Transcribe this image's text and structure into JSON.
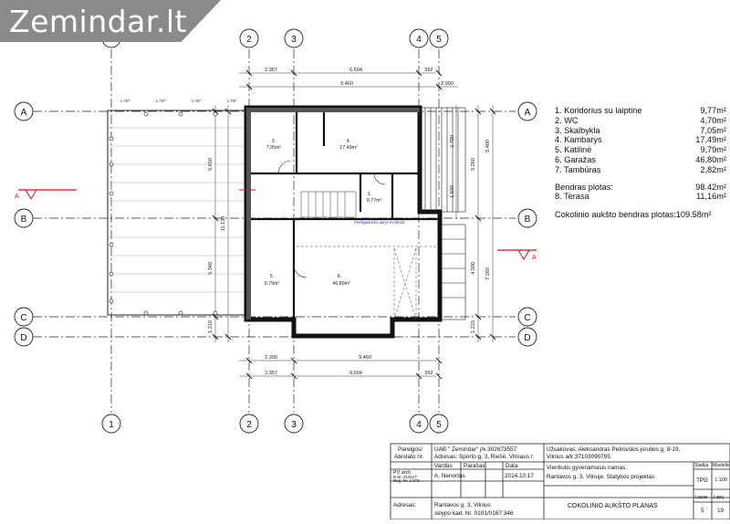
{
  "logo": {
    "text": "Zemindar.lt"
  },
  "axes": {
    "numbers": [
      "1",
      "2",
      "3",
      "4",
      "5"
    ],
    "letters": [
      "A",
      "B",
      "C",
      "D"
    ]
  },
  "section_mark": "A",
  "dimensions": {
    "top_segments": [
      "2.357",
      "6.694",
      "992"
    ],
    "top_total": "9.460",
    "top_small": "2.000",
    "bottom_segments": [
      "2.357",
      "6.694",
      "992"
    ],
    "bottom_a": "2.300",
    "bottom_total": "9.460",
    "left_main": "11.130",
    "left_5650": "5.650",
    "left_5340": "5.340",
    "left_1210": "1.210",
    "right_7160": "7.160",
    "right_5400": "5.400",
    "right_5260": "5.260",
    "right_4500": "4.500",
    "right_1210": "1.210",
    "right_2700": "2.700",
    "right_1930": "1.930",
    "terrace_ticks": [
      "1.767",
      "1.767",
      "1.767",
      "1.767"
    ]
  },
  "rooms": [
    {
      "num": "3.",
      "area": "7,05m²"
    },
    {
      "num": "4.",
      "area": "17,49m²"
    },
    {
      "num": "1.",
      "area": "9,77m²"
    },
    {
      "num": "5.",
      "area": "9,79m²"
    },
    {
      "num": "6.",
      "area": "46,80m²"
    }
  ],
  "door_note": "Priešgaisrinės durys EI-30-C5",
  "legend": {
    "items": [
      {
        "name": "1. Koridorius su laiptine",
        "area": "9,77m²"
      },
      {
        "name": "2. WC",
        "area": "4,70m²"
      },
      {
        "name": "3. Skalbykla",
        "area": "7,05m²"
      },
      {
        "name": "4. Kambarys",
        "area": "17,49m²"
      },
      {
        "name": "5. Katilinė",
        "area": "9,79m²"
      },
      {
        "name": "6. Garažas",
        "area": "46,80m²"
      },
      {
        "name": "7. Tambūras",
        "area": "2,82m²"
      }
    ],
    "total_label": "Bendras plotas:",
    "total_area": "98.42m²",
    "terrace_name": "8. Terasa",
    "terrace_area": "11,16m²",
    "overall_label": "Cokolinio aukšto bendras plotas:",
    "overall_area": "109.58m²"
  },
  "title_block": {
    "company": "UAB \" Zemindar\" į/k 302673557",
    "company_address": "Adresas: Sporto g. 3, Riešė, Vilniaus r.",
    "customer": "Užsakovas: Aleksandras Petrovskis įsruties g. 8-19,",
    "customer_city": "Vilnius      a/k 37103090795",
    "object": "Vienbutis gyvenamasis namas.",
    "object_line": "Rantavos g. 3, Vilnuje. Statybos projektas",
    "pareigos": "Pareigos/",
    "atestato": "Atestato nr.",
    "col_vardas": "Vardas",
    "col_parasas": "Parašas",
    "col_data": "Data",
    "pv_arch": "PV arch.",
    "atestat_nr": "B Nr. 012527",
    "reg_nr": "Reg. Nr. 1-073",
    "architect": "A. Nenortas",
    "date": "2014.10.17",
    "stadija": "Stadija",
    "masteli": "Mastelis",
    "stadija_val": "TPD",
    "mastelis_val": "1:100",
    "lapas": "Lapas",
    "lapu": "Lapų",
    "lapas_val": "5",
    "lapu_val": "19",
    "address_label": "Adresas:",
    "address": "Rantavos g. 3, Vilnius",
    "plot": "sklypo kad. Nr. 0101/0167:346",
    "sheet_title": "COKOLINIO AUKŠTO PLANAS"
  }
}
